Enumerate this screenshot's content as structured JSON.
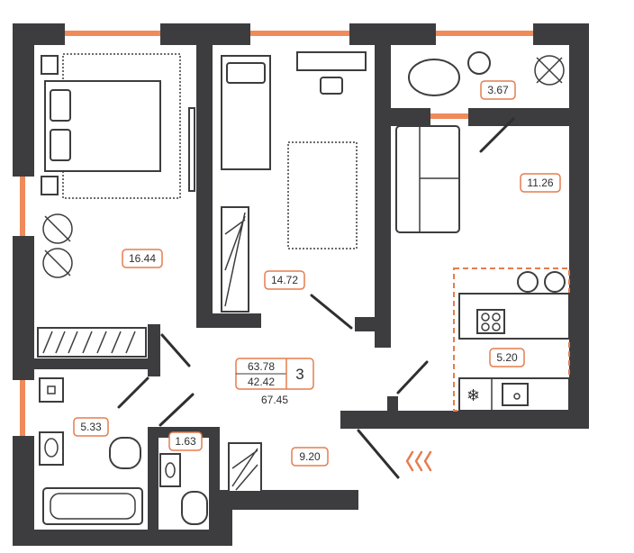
{
  "plan": {
    "rooms": [
      {
        "id": "bedroom-1",
        "area": "16.44"
      },
      {
        "id": "bedroom-2",
        "area": "14.72"
      },
      {
        "id": "balcony",
        "area": "3.67"
      },
      {
        "id": "living-room",
        "area": "11.26"
      },
      {
        "id": "kitchen",
        "area": "5.20"
      },
      {
        "id": "bathroom",
        "area": "5.33"
      },
      {
        "id": "toilet",
        "area": "1.63"
      },
      {
        "id": "hallway",
        "area": "9.20"
      }
    ],
    "summary": {
      "total_area": "63.78",
      "living_area": "42.42",
      "rooms_count": "3",
      "area_with_balcony": "67.45"
    },
    "colors": {
      "wall": "#3d3d3f",
      "window": "#f08a5a",
      "accent": "#e57d4e"
    },
    "icons": [
      "snowflake-icon",
      "entrance-arrow-icon",
      "plant-icon",
      "stove-icon"
    ]
  }
}
